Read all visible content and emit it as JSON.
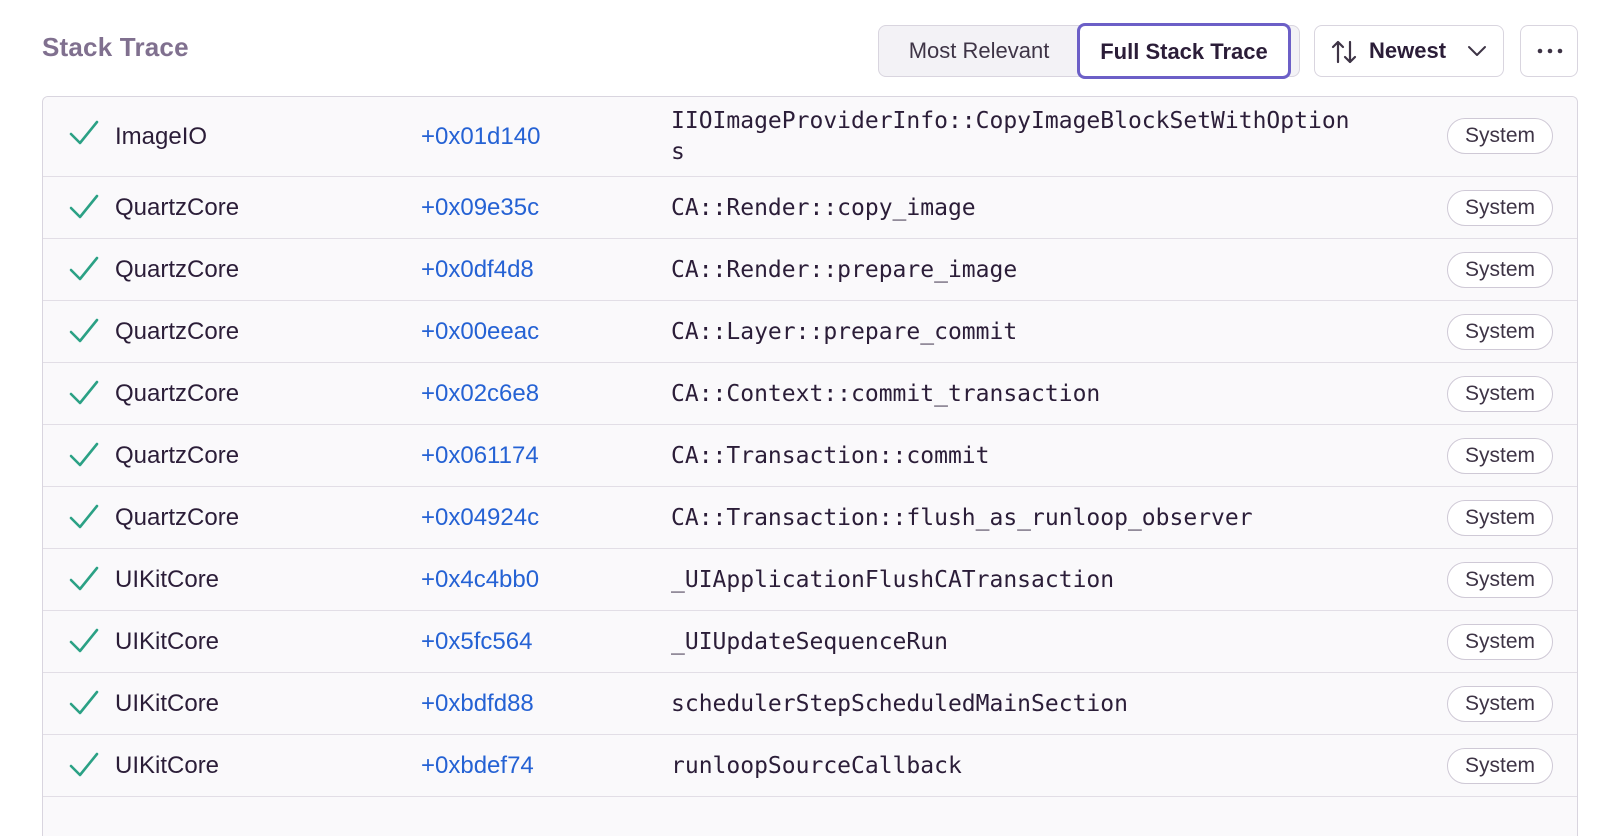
{
  "header": {
    "title": "Stack Trace",
    "view_options": [
      "Most Relevant",
      "Full Stack Trace"
    ],
    "selected_view": "Full Stack Trace",
    "sort_label": "Newest",
    "more_icon": "ellipsis-icon"
  },
  "colors": {
    "accent": "#6c5fc7",
    "address": "#2562d4",
    "check": "#2ba185",
    "title": "#80708f"
  },
  "frames": [
    {
      "package": "ImageIO",
      "address": "+0x01d140",
      "function": "IIOImageProviderInfo::CopyImageBlockSetWithOptions",
      "tag": "System"
    },
    {
      "package": "QuartzCore",
      "address": "+0x09e35c",
      "function": "CA::Render::copy_image",
      "tag": "System"
    },
    {
      "package": "QuartzCore",
      "address": "+0x0df4d8",
      "function": "CA::Render::prepare_image",
      "tag": "System"
    },
    {
      "package": "QuartzCore",
      "address": "+0x00eeac",
      "function": "CA::Layer::prepare_commit",
      "tag": "System"
    },
    {
      "package": "QuartzCore",
      "address": "+0x02c6e8",
      "function": "CA::Context::commit_transaction",
      "tag": "System"
    },
    {
      "package": "QuartzCore",
      "address": "+0x061174",
      "function": "CA::Transaction::commit",
      "tag": "System"
    },
    {
      "package": "QuartzCore",
      "address": "+0x04924c",
      "function": "CA::Transaction::flush_as_runloop_observer",
      "tag": "System"
    },
    {
      "package": "UIKitCore",
      "address": "+0x4c4bb0",
      "function": "_UIApplicationFlushCATransaction",
      "tag": "System"
    },
    {
      "package": "UIKitCore",
      "address": "+0x5fc564",
      "function": "_UIUpdateSequenceRun",
      "tag": "System"
    },
    {
      "package": "UIKitCore",
      "address": "+0xbdfd88",
      "function": "schedulerStepScheduledMainSection",
      "tag": "System"
    },
    {
      "package": "UIKitCore",
      "address": "+0xbdef74",
      "function": "runloopSourceCallback",
      "tag": "System"
    },
    {
      "package": "",
      "address": "",
      "function": "",
      "tag": ""
    }
  ]
}
